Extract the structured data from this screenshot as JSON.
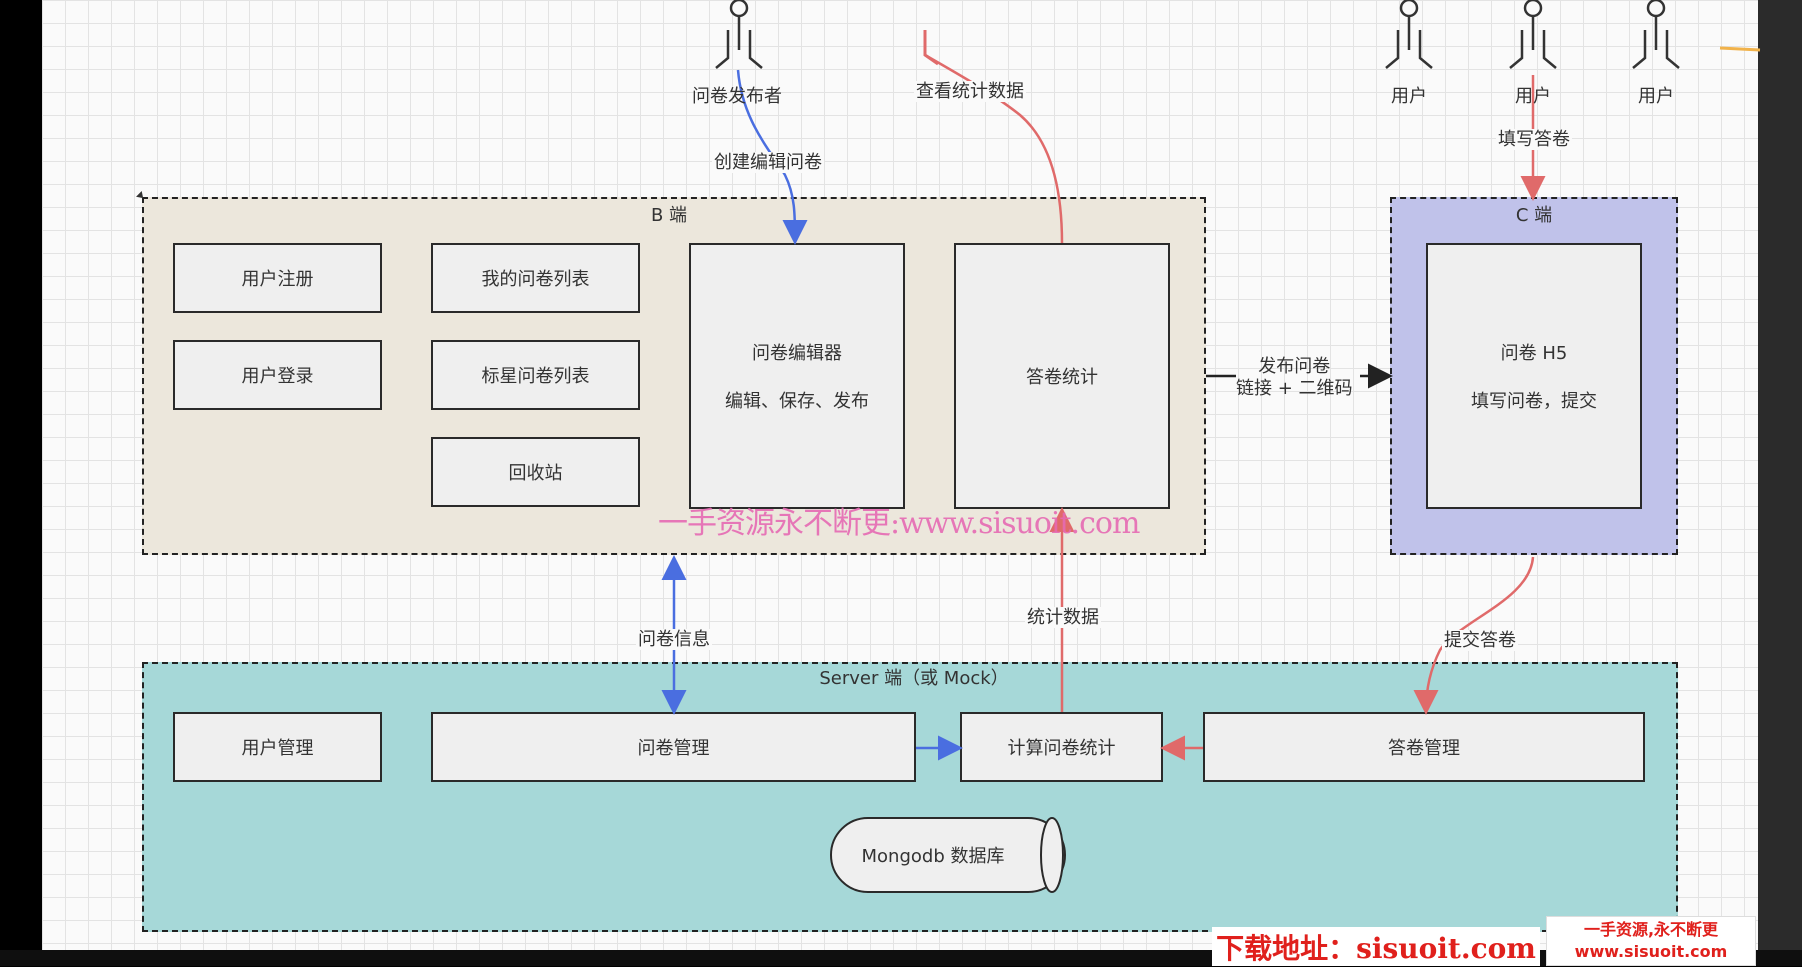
{
  "actors": {
    "publisher": "问卷发布者",
    "user1": "用户",
    "user2": "用户",
    "user3": "用户"
  },
  "edge_labels": {
    "create_edit": "创建编辑问卷",
    "view_stats": "查看统计数据",
    "fill_survey": "填写答卷",
    "publish_line1": "发布问卷",
    "publish_line2": "链接 + 二维码",
    "survey_info": "问卷信息",
    "stats_data": "统计数据",
    "submit_answer": "提交答卷"
  },
  "b_region": {
    "title": "B 端",
    "register": "用户注册",
    "login": "用户登录",
    "my_list": "我的问卷列表",
    "star_list": "标星问卷列表",
    "trash": "回收站",
    "editor_title": "问卷编辑器",
    "editor_sub": "编辑、保存、发布",
    "answer_stats": "答卷统计"
  },
  "c_region": {
    "title": "C 端",
    "h5_title": "问卷 H5",
    "h5_sub": "填写问卷，提交"
  },
  "server_region": {
    "title": "Server 端（或 Mock）",
    "user_mgmt": "用户管理",
    "survey_mgmt": "问卷管理",
    "calc_stats": "计算问卷统计",
    "answer_mgmt": "答卷管理",
    "database": "Mongodb 数据库"
  },
  "watermarks": {
    "center": "一手资源永不断更:www.sisuoit.com",
    "download": "下载地址：sisuoit.com",
    "corner_line1": "一手资源,永不断更",
    "corner_line2": "www.sisuoit.com"
  },
  "colors": {
    "b_region_bg": "#ece7dc",
    "c_region_bg": "#c0c2ea",
    "server_region_bg": "#a6d8d8",
    "blue_arrow": "#4a6ee0",
    "red_arrow": "#e06a6a",
    "black_arrow": "#222222"
  }
}
